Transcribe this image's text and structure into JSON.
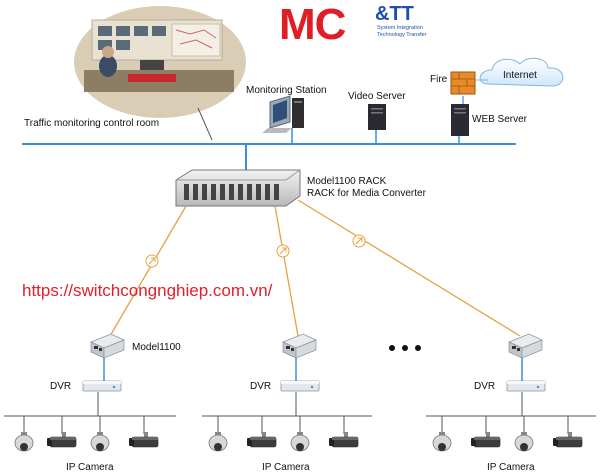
{
  "logo": {
    "main": "MC",
    "accent": "&TT",
    "tagline": "System Integration Technology Transfer"
  },
  "watermark": "https://switchcongnghiep.com.vn/",
  "labels": {
    "control_room": "Traffic monitoring control room",
    "monitoring_station": "Monitoring Station",
    "video_server": "Video Server",
    "fire": "Fire",
    "internet": "Internet",
    "web_server": "WEB Server",
    "rack_line1": "Model1100 RACK",
    "rack_line2": "RACK for Media Converter",
    "converter_model": "Model1100",
    "dvr": "DVR",
    "ip_camera": "IP Camera"
  },
  "colors": {
    "backbone": "#3a8fd8",
    "fiber": "#e8a040",
    "brand_red": "#e01e26",
    "brand_blue": "#1e4fa8",
    "watermark": "#e0202a"
  }
}
